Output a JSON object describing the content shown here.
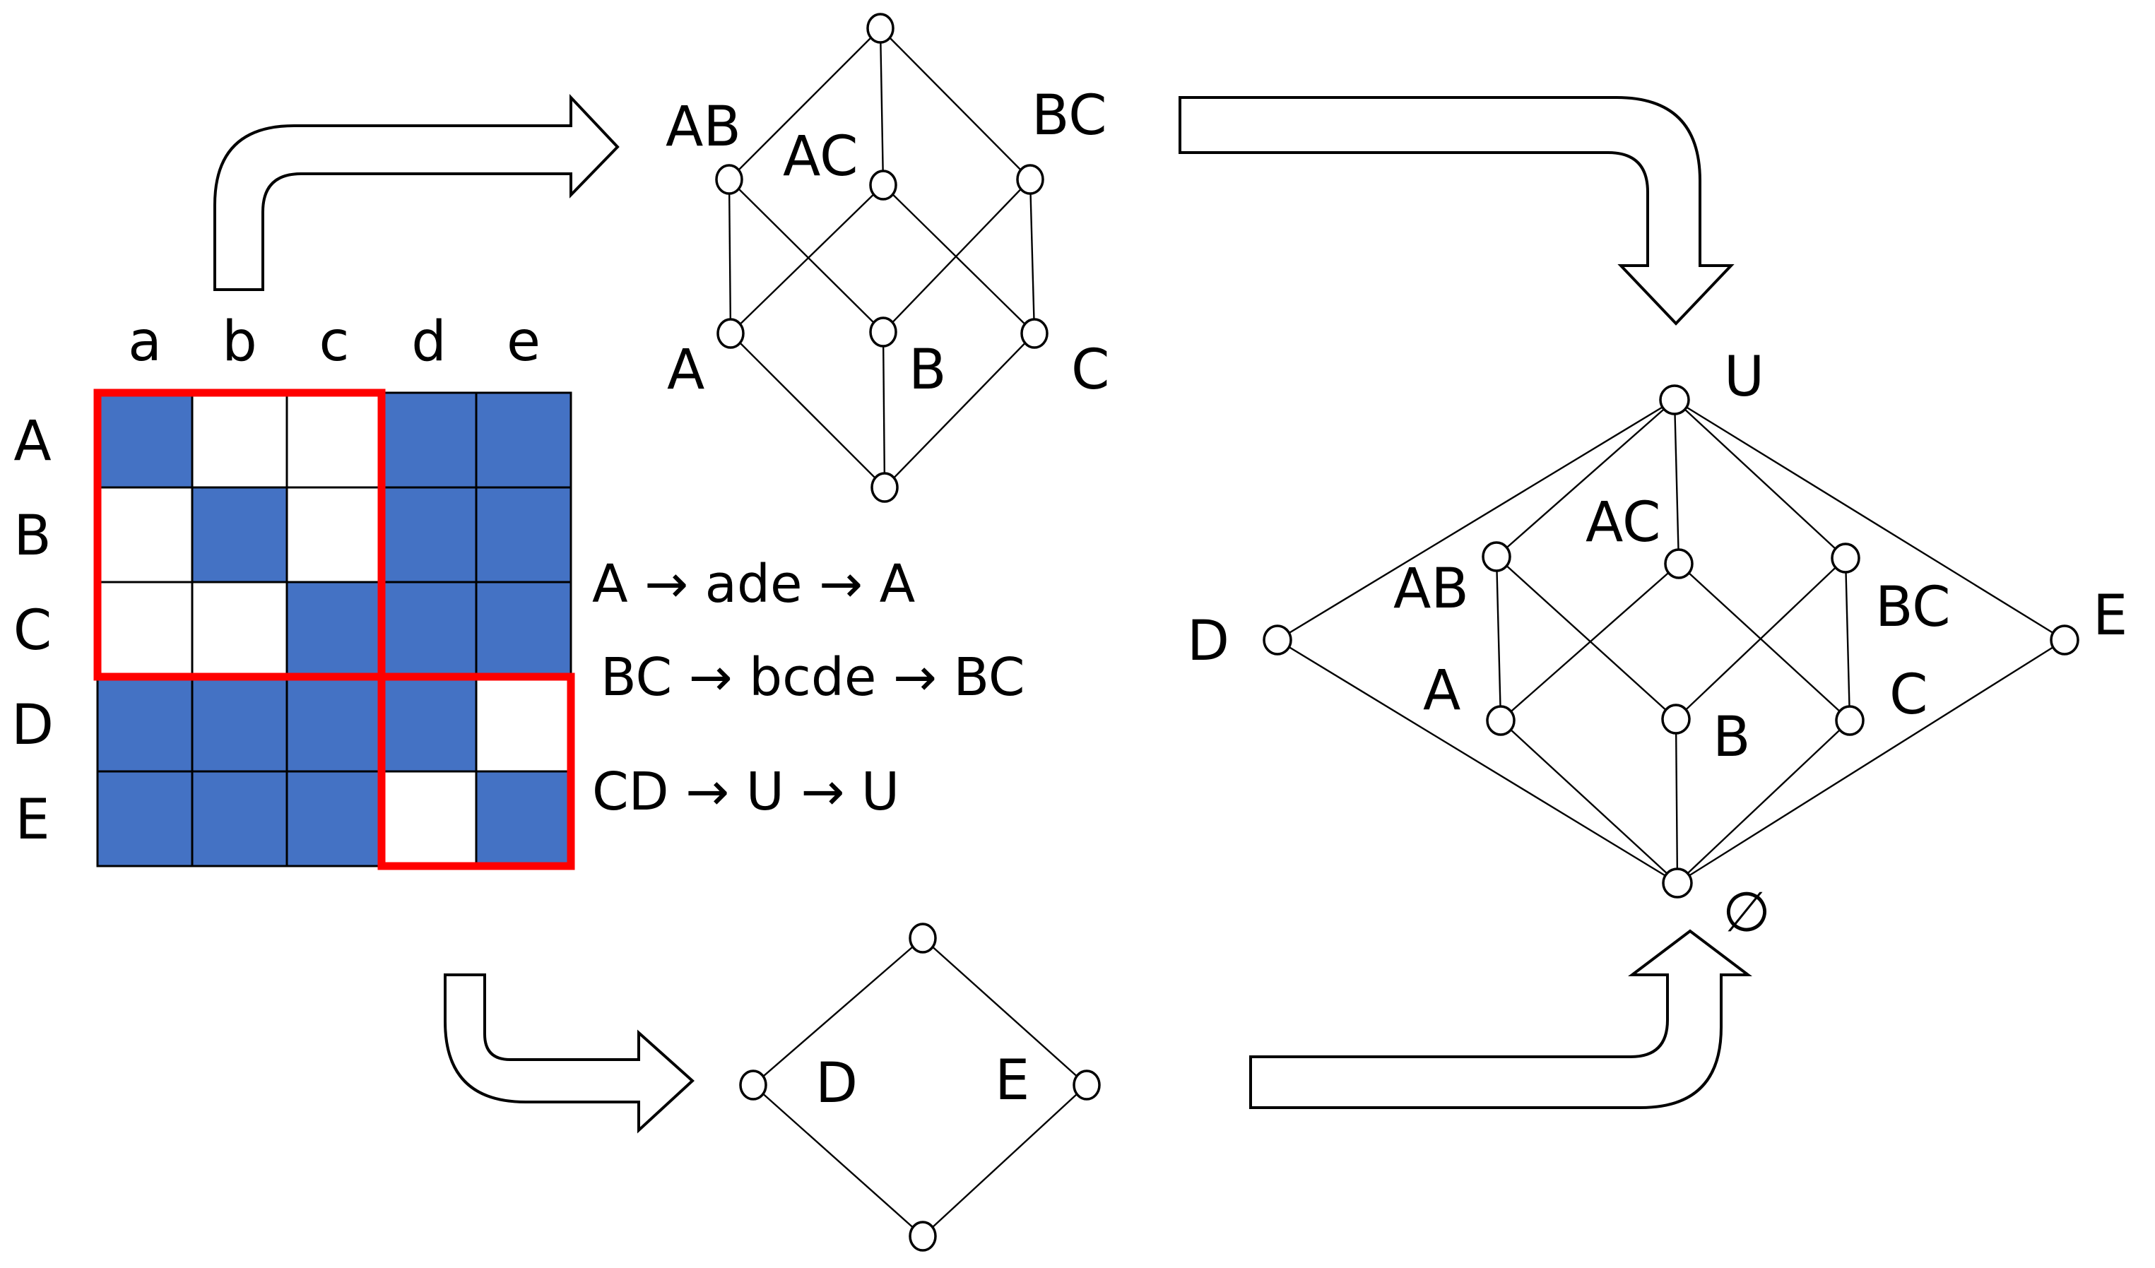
{
  "colors": {
    "filled_cell": "#4472C4",
    "empty_cell": "#FFFFFF",
    "highlight": "#FF0000",
    "line": "#000000"
  },
  "matrix": {
    "col_labels": [
      "a",
      "b",
      "c",
      "d",
      "e"
    ],
    "row_labels": [
      "A",
      "B",
      "C",
      "D",
      "E"
    ],
    "cells": [
      [
        1,
        0,
        0,
        1,
        1
      ],
      [
        0,
        1,
        0,
        1,
        1
      ],
      [
        0,
        0,
        1,
        1,
        1
      ],
      [
        1,
        1,
        1,
        1,
        0
      ],
      [
        1,
        1,
        1,
        0,
        1
      ]
    ],
    "highlight_blocks": [
      {
        "rows": [
          0,
          2
        ],
        "cols": [
          0,
          2
        ]
      },
      {
        "rows": [
          3,
          4
        ],
        "cols": [
          3,
          4
        ]
      }
    ]
  },
  "closures": [
    {
      "text": "A → ade → A"
    },
    {
      "text": "BC → bcde → BC"
    },
    {
      "text": "CD → U → U"
    }
  ],
  "lattice_abc": {
    "labels": {
      "AB": "AB",
      "AC": "AC",
      "BC": "BC",
      "A": "A",
      "B": "B",
      "C": "C"
    }
  },
  "lattice_de": {
    "labels": {
      "D": "D",
      "E": "E"
    }
  },
  "lattice_combined": {
    "labels": {
      "U": "U",
      "AC": "AC",
      "AB": "AB",
      "BC": "BC",
      "D": "D",
      "E": "E",
      "A": "A",
      "B": "B",
      "C": "C",
      "empty": "∅"
    }
  }
}
